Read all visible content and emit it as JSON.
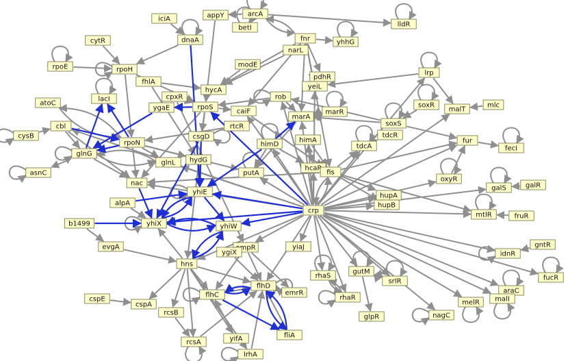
{
  "colors": {
    "node_fill": "#ffffcc",
    "node_stroke": "#6b6b40",
    "edge_gray": "#8f8f8f",
    "edge_blue": "#1f2fd6",
    "background": "#ffffff"
  },
  "nodes": [
    {
      "id": "iciA",
      "label": "iciA"
    },
    {
      "id": "appY",
      "label": "appY"
    },
    {
      "id": "arcA",
      "label": "arcA"
    },
    {
      "id": "lldR",
      "label": "lldR"
    },
    {
      "id": "cytR",
      "label": "cytR"
    },
    {
      "id": "dnaA",
      "label": "dnaA"
    },
    {
      "id": "betI",
      "label": "betI"
    },
    {
      "id": "fnr",
      "label": "fnr"
    },
    {
      "id": "yhhG",
      "label": "yhhG"
    },
    {
      "id": "rpoE",
      "label": "rpoE"
    },
    {
      "id": "narL",
      "label": "narL"
    },
    {
      "id": "rpoH",
      "label": "rpoH"
    },
    {
      "id": "modE",
      "label": "modE"
    },
    {
      "id": "pdhR",
      "label": "pdhR"
    },
    {
      "id": "lrp",
      "label": "lrp"
    },
    {
      "id": "fhlA",
      "label": "fhlA"
    },
    {
      "id": "hycA",
      "label": "hycA"
    },
    {
      "id": "yeiL",
      "label": "yeiL"
    },
    {
      "id": "lacI",
      "label": "lacI"
    },
    {
      "id": "cpxR",
      "label": "cpxR"
    },
    {
      "id": "rob",
      "label": "rob"
    },
    {
      "id": "soxR",
      "label": "soxR"
    },
    {
      "id": "malT",
      "label": "malT"
    },
    {
      "id": "mlc",
      "label": "mlc"
    },
    {
      "id": "atoC",
      "label": "atoC"
    },
    {
      "id": "ygaE",
      "label": "ygaE"
    },
    {
      "id": "rpoS",
      "label": "rpoS"
    },
    {
      "id": "caiF",
      "label": "caiF"
    },
    {
      "id": "marR",
      "label": "marR"
    },
    {
      "id": "soxS",
      "label": "soxS"
    },
    {
      "id": "cysB",
      "label": "cysB"
    },
    {
      "id": "cbl",
      "label": "cbl"
    },
    {
      "id": "marA",
      "label": "marA"
    },
    {
      "id": "rtcR",
      "label": "rtcR"
    },
    {
      "id": "rpoN",
      "label": "rpoN"
    },
    {
      "id": "csgD",
      "label": "csgD"
    },
    {
      "id": "tdcR",
      "label": "tdcR"
    },
    {
      "id": "fur",
      "label": "fur"
    },
    {
      "id": "himA",
      "label": "himA"
    },
    {
      "id": "himD",
      "label": "himD"
    },
    {
      "id": "tdcA",
      "label": "tdcA"
    },
    {
      "id": "fecI",
      "label": "fecI"
    },
    {
      "id": "glnG",
      "label": "glnG"
    },
    {
      "id": "glnL",
      "label": "glnL"
    },
    {
      "id": "hydG",
      "label": "hydG"
    },
    {
      "id": "putA",
      "label": "putA"
    },
    {
      "id": "hcaR",
      "label": "hcaR"
    },
    {
      "id": "fis",
      "label": "fis"
    },
    {
      "id": "oxyR",
      "label": "oxyR"
    },
    {
      "id": "asnC",
      "label": "asnC"
    },
    {
      "id": "nac",
      "label": "nac"
    },
    {
      "id": "galS",
      "label": "galS"
    },
    {
      "id": "galR",
      "label": "galR"
    },
    {
      "id": "yhiE",
      "label": "yhiE"
    },
    {
      "id": "hupA",
      "label": "hupA"
    },
    {
      "id": "hupB",
      "label": "hupB"
    },
    {
      "id": "alpA",
      "label": "alpA"
    },
    {
      "id": "crp",
      "label": "crp"
    },
    {
      "id": "mtlR",
      "label": "mtlR"
    },
    {
      "id": "fruR",
      "label": "fruR"
    },
    {
      "id": "b1499",
      "label": "b1499"
    },
    {
      "id": "yhiX",
      "label": "yhiX"
    },
    {
      "id": "yhiW",
      "label": "yhiW"
    },
    {
      "id": "ompR",
      "label": "ompR"
    },
    {
      "id": "evgA",
      "label": "evgA"
    },
    {
      "id": "yiaJ",
      "label": "yiaJ"
    },
    {
      "id": "idnR",
      "label": "idnR"
    },
    {
      "id": "gntR",
      "label": "gntR"
    },
    {
      "id": "ygiX",
      "label": "ygiX"
    },
    {
      "id": "hns",
      "label": "hns"
    },
    {
      "id": "rhaS",
      "label": "rhaS"
    },
    {
      "id": "gutM",
      "label": "gutM"
    },
    {
      "id": "srlR",
      "label": "srlR"
    },
    {
      "id": "fucR",
      "label": "fucR"
    },
    {
      "id": "flhD",
      "label": "flhD"
    },
    {
      "id": "emrR",
      "label": "emrR"
    },
    {
      "id": "rhaR",
      "label": "rhaR"
    },
    {
      "id": "araC",
      "label": "araC"
    },
    {
      "id": "cspE",
      "label": "cspE"
    },
    {
      "id": "cspA",
      "label": "cspA"
    },
    {
      "id": "flhC",
      "label": "flhC"
    },
    {
      "id": "melR",
      "label": "melR"
    },
    {
      "id": "malI",
      "label": "malI"
    },
    {
      "id": "rcsB",
      "label": "rcsB"
    },
    {
      "id": "glpR",
      "label": "glpR"
    },
    {
      "id": "nagC",
      "label": "nagC"
    },
    {
      "id": "fliA",
      "label": "fliA"
    },
    {
      "id": "rcsA",
      "label": "rcsA"
    },
    {
      "id": "yifA",
      "label": "yifA"
    },
    {
      "id": "lrhA",
      "label": "lrhA"
    }
  ],
  "edges_gray": [
    [
      "arcA",
      "appY"
    ],
    [
      "arcA",
      "betI"
    ],
    [
      "arcA",
      "lldR"
    ],
    [
      "arcA",
      "fnr"
    ],
    [
      "fnr",
      "arcA"
    ],
    [
      "fnr",
      "yhhG"
    ],
    [
      "fnr",
      "pdhR"
    ],
    [
      "fnr",
      "yeiL"
    ],
    [
      "fnr",
      "marA"
    ],
    [
      "fnr",
      "hycA"
    ],
    [
      "fnr",
      "caiF"
    ],
    [
      "fnr",
      "fis"
    ],
    [
      "narL",
      "fnr"
    ],
    [
      "narL",
      "hycA"
    ],
    [
      "modE",
      "hycA"
    ],
    [
      "appY",
      "rpoS"
    ],
    [
      "iciA",
      "dnaA"
    ],
    [
      "dnaA",
      "rpoH"
    ],
    [
      "cytR",
      "rpoH"
    ],
    [
      "rpoE",
      "rpoH"
    ],
    [
      "rpoH",
      "rpoN"
    ],
    [
      "rpoH",
      "rpoS"
    ],
    [
      "fhlA",
      "hycA"
    ],
    [
      "fhlA",
      "hydG"
    ],
    [
      "cpxR",
      "rpoS"
    ],
    [
      "cpxR",
      "ompR"
    ],
    [
      "rpoS",
      "csgD"
    ],
    [
      "rpoS",
      "hns"
    ],
    [
      "rpoS",
      "nac"
    ],
    [
      "rpoS",
      "ygaE"
    ],
    [
      "rpoS",
      "caiF"
    ],
    [
      "rob",
      "rpoS"
    ],
    [
      "rob",
      "marA"
    ],
    [
      "lrp",
      "yeiL"
    ],
    [
      "lrp",
      "malT"
    ],
    [
      "mlc",
      "malT"
    ],
    [
      "soxR",
      "soxS"
    ],
    [
      "soxS",
      "marA"
    ],
    [
      "soxS",
      "fur"
    ],
    [
      "soxS",
      "rob"
    ],
    [
      "marR",
      "marA"
    ],
    [
      "marA",
      "marR"
    ],
    [
      "marA",
      "putA"
    ],
    [
      "atoC",
      "rpoN"
    ],
    [
      "rpoN",
      "glnG"
    ],
    [
      "rpoN",
      "glnL"
    ],
    [
      "rpoN",
      "nac"
    ],
    [
      "rpoN",
      "hydG"
    ],
    [
      "rpoN",
      "putA"
    ],
    [
      "rpoN",
      "atoC"
    ],
    [
      "cysB",
      "cbl"
    ],
    [
      "cbl",
      "nac"
    ],
    [
      "cbl",
      "glnG"
    ],
    [
      "glnG",
      "asnC"
    ],
    [
      "glnG",
      "nac"
    ],
    [
      "glnG",
      "glnL"
    ],
    [
      "glnL",
      "glnG"
    ],
    [
      "rtcR",
      "rpoN"
    ],
    [
      "caiF",
      "fis"
    ],
    [
      "himA",
      "hcaR"
    ],
    [
      "himA",
      "fis"
    ],
    [
      "himD",
      "putA"
    ],
    [
      "himD",
      "hcaR"
    ],
    [
      "tdcR",
      "tdcA"
    ],
    [
      "fur",
      "fecI"
    ],
    [
      "oxyR",
      "fur"
    ],
    [
      "galR",
      "galS"
    ],
    [
      "fruR",
      "mtlR"
    ],
    [
      "gntR",
      "idnR"
    ],
    [
      "crp",
      "cbl"
    ],
    [
      "crp",
      "himA"
    ],
    [
      "crp",
      "himD"
    ],
    [
      "crp",
      "fis"
    ],
    [
      "crp",
      "rpoS"
    ],
    [
      "crp",
      "tdcA"
    ],
    [
      "crp",
      "hupA"
    ],
    [
      "crp",
      "hupB"
    ],
    [
      "crp",
      "galS"
    ],
    [
      "crp",
      "mtlR"
    ],
    [
      "crp",
      "malT"
    ],
    [
      "crp",
      "fur"
    ],
    [
      "crp",
      "oxyR"
    ],
    [
      "crp",
      "idnR"
    ],
    [
      "crp",
      "fucR"
    ],
    [
      "crp",
      "araC"
    ],
    [
      "crp",
      "malI"
    ],
    [
      "crp",
      "melR"
    ],
    [
      "crp",
      "nagC"
    ],
    [
      "crp",
      "srlR"
    ],
    [
      "crp",
      "gutM"
    ],
    [
      "crp",
      "rhaS"
    ],
    [
      "crp",
      "rhaR"
    ],
    [
      "crp",
      "yiaJ"
    ],
    [
      "crp",
      "ompR"
    ],
    [
      "crp",
      "hns"
    ],
    [
      "crp",
      "flhD"
    ],
    [
      "crp",
      "yhiX"
    ],
    [
      "crp",
      "nac"
    ],
    [
      "crp",
      "putA"
    ],
    [
      "crp",
      "caiF"
    ],
    [
      "crp",
      "rob"
    ],
    [
      "crp",
      "marA"
    ],
    [
      "crp",
      "lrp"
    ],
    [
      "crp",
      "yeiL"
    ],
    [
      "crp",
      "hcaR"
    ],
    [
      "crp",
      "glnL"
    ],
    [
      "fis",
      "crp"
    ],
    [
      "fis",
      "hupA"
    ],
    [
      "fis",
      "hupB"
    ],
    [
      "fis",
      "mtlR"
    ],
    [
      "fis",
      "tdcA"
    ],
    [
      "fis",
      "fur"
    ],
    [
      "fis",
      "nac"
    ],
    [
      "hns",
      "flhD"
    ],
    [
      "hns",
      "flhC"
    ],
    [
      "hns",
      "rcsB"
    ],
    [
      "hns",
      "rcsA"
    ],
    [
      "hns",
      "yhiX"
    ],
    [
      "hns",
      "cspA"
    ],
    [
      "hns",
      "lrhA"
    ],
    [
      "hns",
      "yifA"
    ],
    [
      "evgA",
      "hns"
    ],
    [
      "cspE",
      "cspA"
    ],
    [
      "alpA",
      "yhiX"
    ],
    [
      "b1499",
      "evgA"
    ],
    [
      "ompR",
      "flhD"
    ],
    [
      "ompR",
      "flhC"
    ],
    [
      "ompR",
      "emrR"
    ],
    [
      "ygiX",
      "flhD"
    ],
    [
      "rhaS",
      "rhaR"
    ],
    [
      "rhaR",
      "rhaS"
    ],
    [
      "gutM",
      "srlR"
    ],
    [
      "gutM",
      "glpR"
    ],
    [
      "srlR",
      "gutM"
    ],
    [
      "rcsB",
      "rcsA"
    ],
    [
      "rcsA",
      "flhD"
    ],
    [
      "lrhA",
      "flhD"
    ],
    [
      "yifA",
      "flhC"
    ],
    [
      "flhD",
      "emrR"
    ],
    [
      "flhC",
      "flhD"
    ],
    [
      "fliA",
      "flhD"
    ]
  ],
  "edges_blue": [
    [
      "dnaA",
      "yhiE"
    ],
    [
      "rpoS",
      "ygaE"
    ],
    [
      "rpoN",
      "glnG"
    ],
    [
      "rpoN",
      "lacI"
    ],
    [
      "glnG",
      "lacI"
    ],
    [
      "cbl",
      "rpoN"
    ],
    [
      "ygaE",
      "glnG"
    ],
    [
      "csgD",
      "yhiE"
    ],
    [
      "csgD",
      "yhiX"
    ],
    [
      "hydG",
      "yhiE"
    ],
    [
      "himD",
      "yhiE"
    ],
    [
      "himD",
      "marA"
    ],
    [
      "crp",
      "yhiE"
    ],
    [
      "crp",
      "yhiX"
    ],
    [
      "crp",
      "yhiW"
    ],
    [
      "crp",
      "rpoS"
    ],
    [
      "yhiE",
      "yhiX"
    ],
    [
      "yhiX",
      "yhiE"
    ],
    [
      "yhiW",
      "yhiX"
    ],
    [
      "yhiX",
      "yhiW"
    ],
    [
      "b1499",
      "yhiX"
    ],
    [
      "alpA",
      "yhiE"
    ],
    [
      "yhiW",
      "hns"
    ],
    [
      "yhiE",
      "yhiW"
    ],
    [
      "nac",
      "yhiX"
    ],
    [
      "flhD",
      "flhC"
    ],
    [
      "flhC",
      "flhD"
    ],
    [
      "flhD",
      "fliA"
    ],
    [
      "fliA",
      "flhD"
    ],
    [
      "flhC",
      "fliA"
    ],
    [
      "hns",
      "yhiW"
    ]
  ],
  "self_loops": [
    "arcA",
    "lldR",
    "dnaA",
    "betI",
    "yhhG",
    "rpoE",
    "rpoH",
    "lacI",
    "rob",
    "lrp",
    "soxR",
    "soxS",
    "marR",
    "cysB",
    "glnG",
    "asnC",
    "tdcA",
    "csgD",
    "fecI",
    "oxyR",
    "galS",
    "mtlR",
    "idnR",
    "fucR",
    "gutM",
    "srlR",
    "araC",
    "malI",
    "melR",
    "nagC",
    "rhaS",
    "rhaR",
    "flhD",
    "flhC",
    "rcsA",
    "lrhA",
    "yhiE",
    "yhiX",
    "himD",
    "putA"
  ]
}
